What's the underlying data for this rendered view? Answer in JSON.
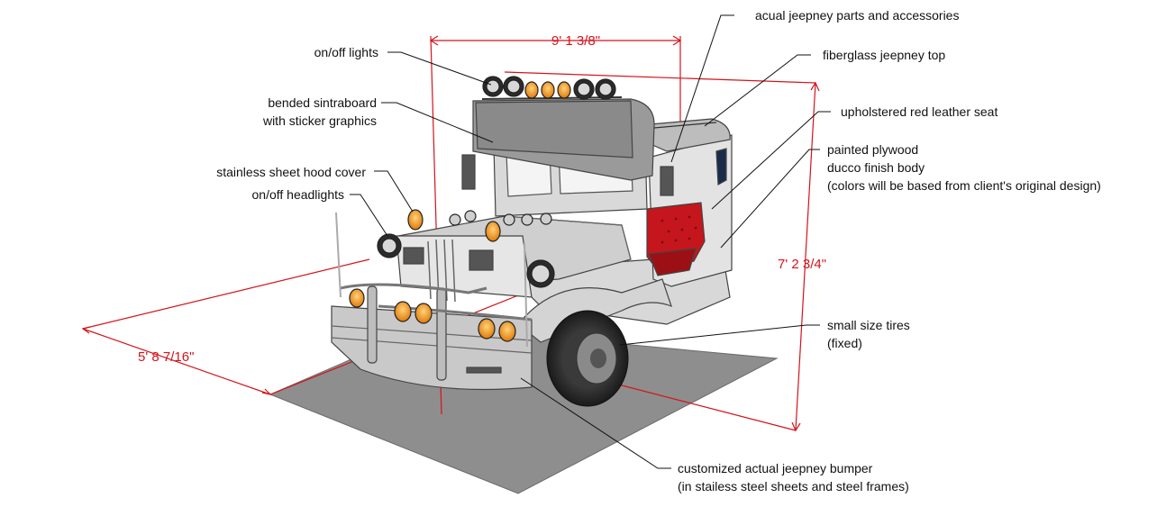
{
  "labels": {
    "on_off_lights": "on/off lights",
    "sintraboard_1": "bended sintraboard",
    "sintraboard_2": "with sticker graphics",
    "hood_cover": "stainless sheet hood cover",
    "headlights": "on/off headlights",
    "parts": "acual jeepney parts and accessories",
    "top": "fiberglass jeepney top",
    "seat": "upholstered red leather seat",
    "body_1": "painted plywood",
    "body_2": "ducco finish body",
    "body_3": "(colors will be based from client's original design)",
    "tires_1": "small size tires",
    "tires_2": "(fixed)",
    "bumper_1": "customized actual jeepney bumper",
    "bumper_2": "(in stailess steel sheets and steel frames)"
  },
  "dimensions": {
    "width": "9' 1 3/8\"",
    "height": "7' 2 3/4\"",
    "depth": "5' 8 7/16\""
  },
  "colors": {
    "dimension_red": "#d4141c",
    "ground_gray": "#8c8c8c",
    "seat_red": "#c4161c",
    "lamp_orange": "#e8870c"
  }
}
